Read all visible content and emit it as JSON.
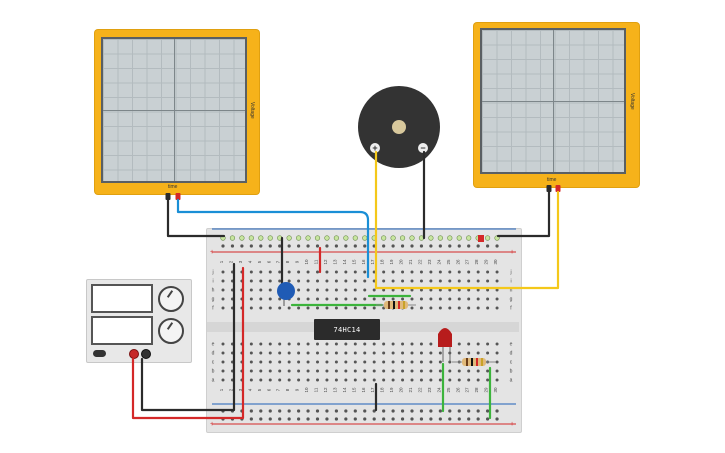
{
  "oscilloscope_left": {
    "x_axis_label": "time",
    "y_axis_label": "Voltage"
  },
  "oscilloscope_right": {
    "x_axis_label": "time",
    "y_axis_label": "Voltage"
  },
  "ic_chip": {
    "label": "74HC14"
  },
  "buzzer": {
    "plus_label": "+",
    "minus_label": "−"
  },
  "power_supply": {
    "display_top": "",
    "display_bottom": ""
  },
  "breadboard": {
    "top_row_letters": [
      "j",
      "i",
      "h",
      "g",
      "f"
    ],
    "bottom_row_letters": [
      "e",
      "d",
      "c",
      "b",
      "a"
    ],
    "column_numbers": [
      "1",
      "2",
      "3",
      "4",
      "5",
      "6",
      "7",
      "8",
      "9",
      "10",
      "11",
      "12",
      "13",
      "14",
      "15",
      "16",
      "17",
      "18",
      "19",
      "20",
      "21",
      "22",
      "23",
      "24",
      "25",
      "26",
      "27",
      "28",
      "29",
      "30"
    ],
    "rail_plus": "+",
    "rail_minus": "−"
  },
  "colors": {
    "scope_frame": "#f6b21a",
    "wire_black": "#2b2b2b",
    "wire_red": "#d42828",
    "wire_blue": "#1a8fd6",
    "wire_yellow": "#f4c81a",
    "wire_green": "#3cb43c",
    "capacitor": "#1f5bb5",
    "led": "#b71c1c"
  }
}
